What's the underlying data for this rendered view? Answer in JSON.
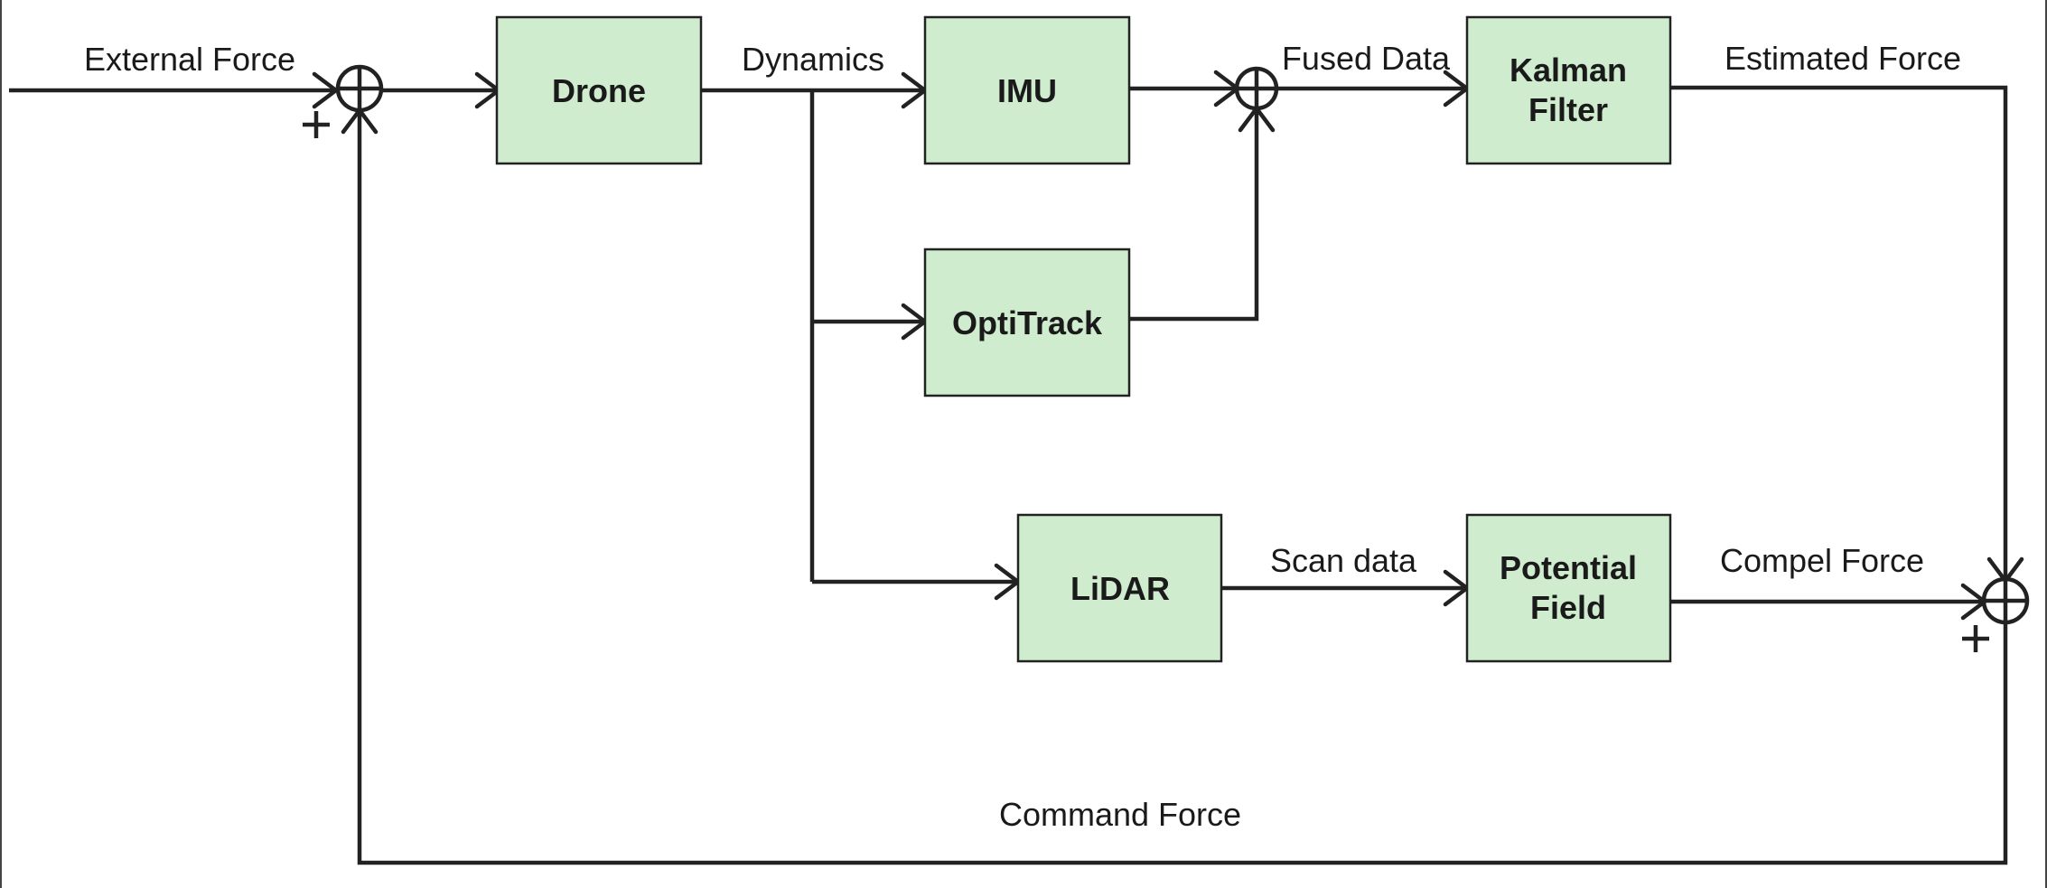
{
  "blocks": {
    "drone": "Drone",
    "imu": "IMU",
    "optitrack": "OptiTrack",
    "kalman_line1": "Kalman",
    "kalman_line2": "Filter",
    "lidar": "LiDAR",
    "potential_line1": "Potential",
    "potential_line2": "Field"
  },
  "signals": {
    "external_force": "External Force",
    "dynamics": "Dynamics",
    "fused_data": "Fused Data",
    "estimated_force": "Estimated Force",
    "scan_data": "Scan data",
    "compel_force": "Compel Force",
    "command_force": "Command Force"
  },
  "signs": {
    "sum1": "+",
    "sum3": "+"
  },
  "colors": {
    "block_fill": "#cfeccf",
    "stroke": "#222222"
  }
}
